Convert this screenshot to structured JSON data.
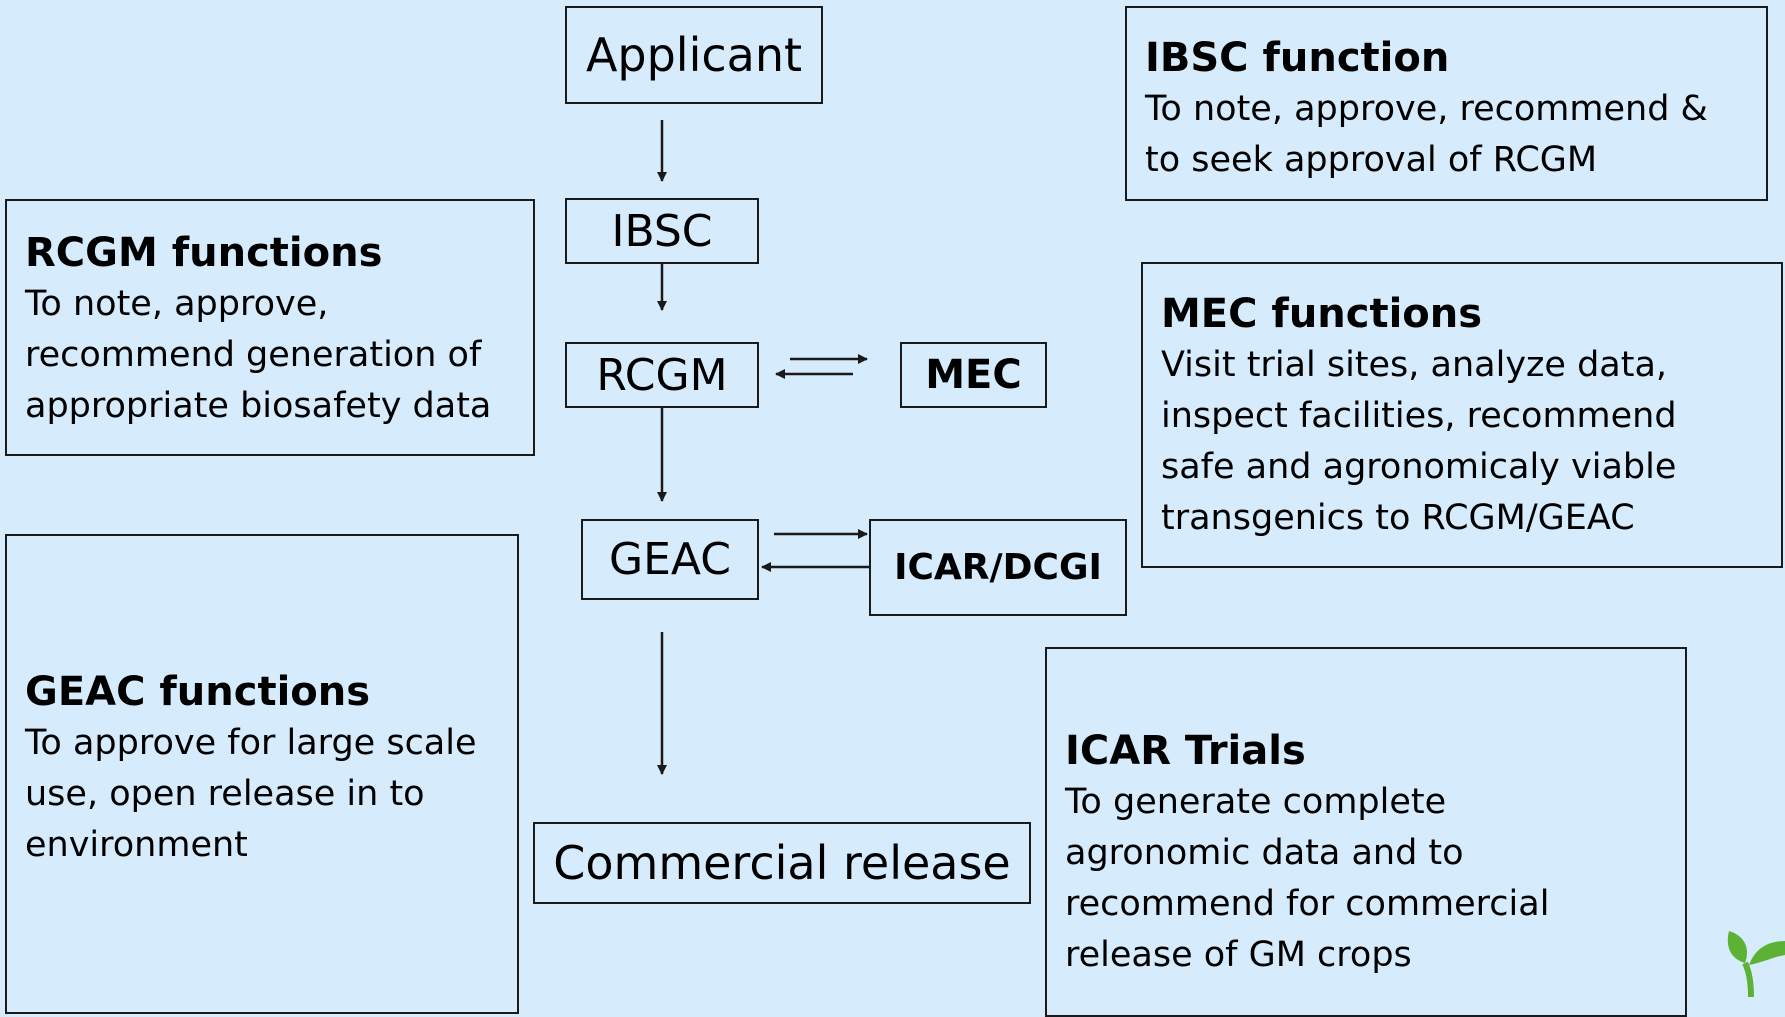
{
  "nodes": {
    "applicant": "Applicant",
    "ibsc": "IBSC",
    "rcgm": "RCGM",
    "mec": "MEC",
    "geac": "GEAC",
    "icar_dcgi": "ICAR/DCGI",
    "commercial_release": "Commercial release"
  },
  "descriptions": {
    "ibsc": {
      "title": "IBSC function",
      "text": "To note, approve, recommend &\nto seek approval of RCGM"
    },
    "rcgm": {
      "title": "RCGM functions",
      "text": "To note, approve,\nrecommend generation of\nappropriate biosafety data"
    },
    "mec": {
      "title": "MEC functions",
      "text": "Visit trial sites, analyze data,\ninspect facilities, recommend\nsafe and agronomicaly viable\ntransgenics to RCGM/GEAC"
    },
    "geac": {
      "title": "GEAC functions",
      "text": "To approve for large scale\nuse, open release in to\nenvironment"
    },
    "icar": {
      "title": "ICAR Trials",
      "text": "To generate complete\nagronomic data and to\nrecommend for commercial\nrelease of GM crops"
    }
  },
  "colors": {
    "background": "#d6ebfb",
    "border": "#1a1a1a",
    "leaf_green": "#5bb234"
  },
  "icons": {
    "corner": "leaf-icon"
  }
}
